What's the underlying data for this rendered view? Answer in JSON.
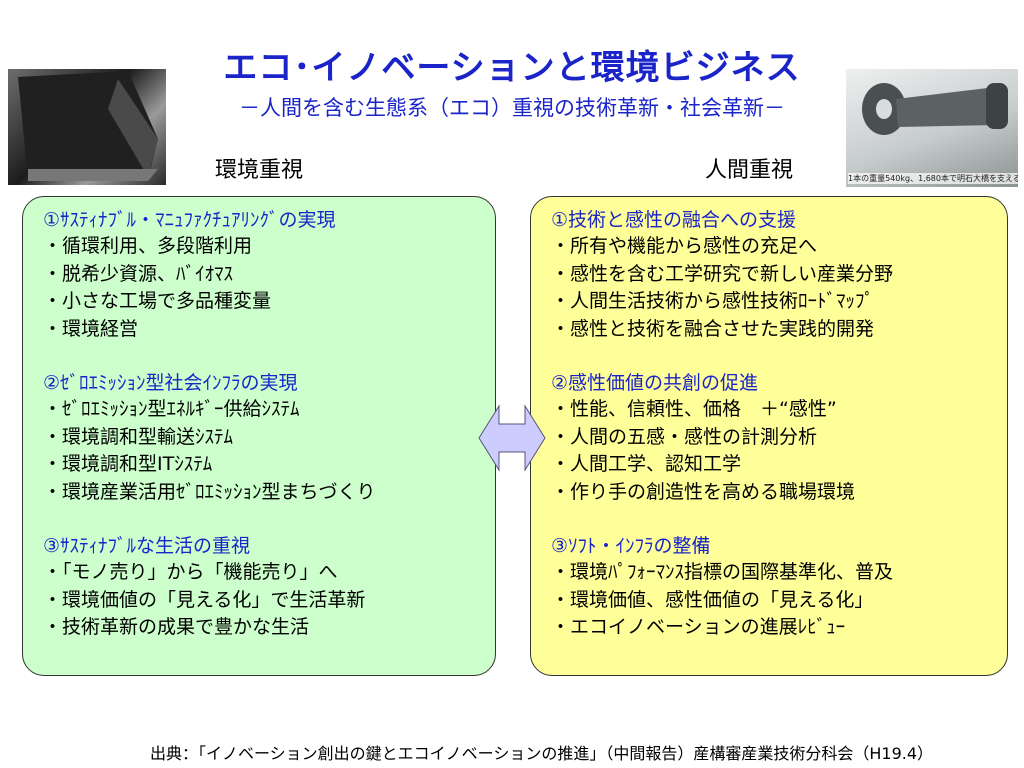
{
  "title": "エコ･イノベーションと環境ビジネス",
  "subtitle": "－人間を含む生態系（エコ）重視の技術革新・社会革新－",
  "left": {
    "heading": "環境重視",
    "sections": [
      {
        "head": "①ｻｽﾃｨﾅﾌﾞﾙ・ﾏﾆｭﾌｧｸﾁｭｱﾘﾝｸﾞの実現",
        "items": [
          "・循環利用、多段階利用",
          "・脱希少資源、ﾊﾞｲｵﾏｽ",
          "・小さな工場で多品種変量",
          "・環境経営"
        ]
      },
      {
        "head": "②ｾﾞﾛｴﾐｯｼｮﾝ型社会ｲﾝﾌﾗの実現",
        "items": [
          "・ｾﾞﾛｴﾐｯｼｮﾝ型ｴﾈﾙｷﾞｰ供給ｼｽﾃﾑ",
          "・環境調和型輸送ｼｽﾃﾑ",
          "・環境調和型ITｼｽﾃﾑ",
          "・環境産業活用ｾﾞﾛｴﾐｯｼｮﾝ型まちづくり"
        ]
      },
      {
        "head": "③ｻｽﾃｨﾅﾌﾞﾙな生活の重視",
        "items": [
          "・「モノ売り」から「機能売り」へ",
          "・環境価値の「見える化」で生活革新",
          "・技術革新の成果で豊かな生活"
        ]
      }
    ]
  },
  "right": {
    "heading": "人間重視",
    "sections": [
      {
        "head": "①技術と感性の融合への支援",
        "items": [
          "・所有や機能から感性の充足へ",
          "・感性を含む工学研究で新しい産業分野",
          "・人間生活技術から感性技術ﾛｰﾄﾞﾏｯﾌﾟ",
          "・感性と技術を融合させた実践的開発"
        ]
      },
      {
        "head": "②感性価値の共創の促進",
        "items": [
          "・性能、信頼性、価格　＋“感性”",
          "・人間の五感・感性の計測分析",
          "・人間工学、認知工学",
          "・作り手の創造性を高める職場環境"
        ]
      },
      {
        "head": "③ｿﾌﾄ・ｲﾝﾌﾗの整備",
        "items": [
          "・環境ﾊﾟﾌｫｰﾏﾝｽ指標の国際基準化、普及",
          "・環境価値、感性価値の「見える化」",
          "・エコイノベーションの進展ﾚﾋﾞｭｰ"
        ]
      }
    ]
  },
  "photo_caption": "1本の重量540kg、1,680本で明石大橋を支える",
  "source": "出典：「イノベーション創出の鍵とエコイノベーションの推進」（中間報告）産構審産業技術分科会（H19.4）",
  "colors": {
    "title": "#1a24c8",
    "left_box": "#ccffcc",
    "right_box": "#ffff99",
    "arrow": "#ccccff"
  }
}
